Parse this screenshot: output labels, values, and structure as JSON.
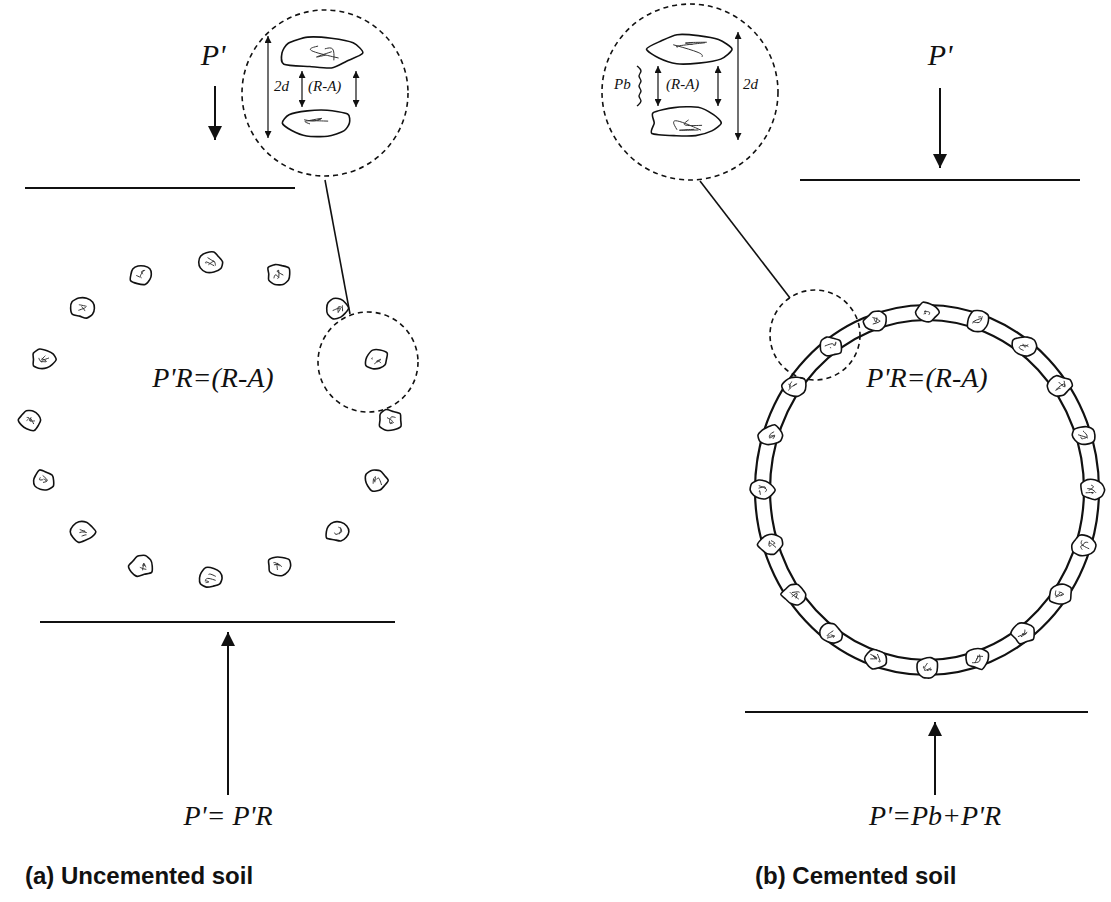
{
  "diagram": {
    "nodes": [
      {
        "text": [
          "2d",
          "(R-A)"
        ]
      },
      {
        "text": [
          "Pb",
          "(R-A)",
          "2d"
        ]
      }
    ],
    "labels": [
      "P'",
      "P'R=(R-A)",
      "P'= P'R",
      "(a) Uncemented soil",
      "P'",
      "P'R=(R-A)",
      "P'=Pb+P'R",
      "(b) Cemented soil"
    ]
  }
}
